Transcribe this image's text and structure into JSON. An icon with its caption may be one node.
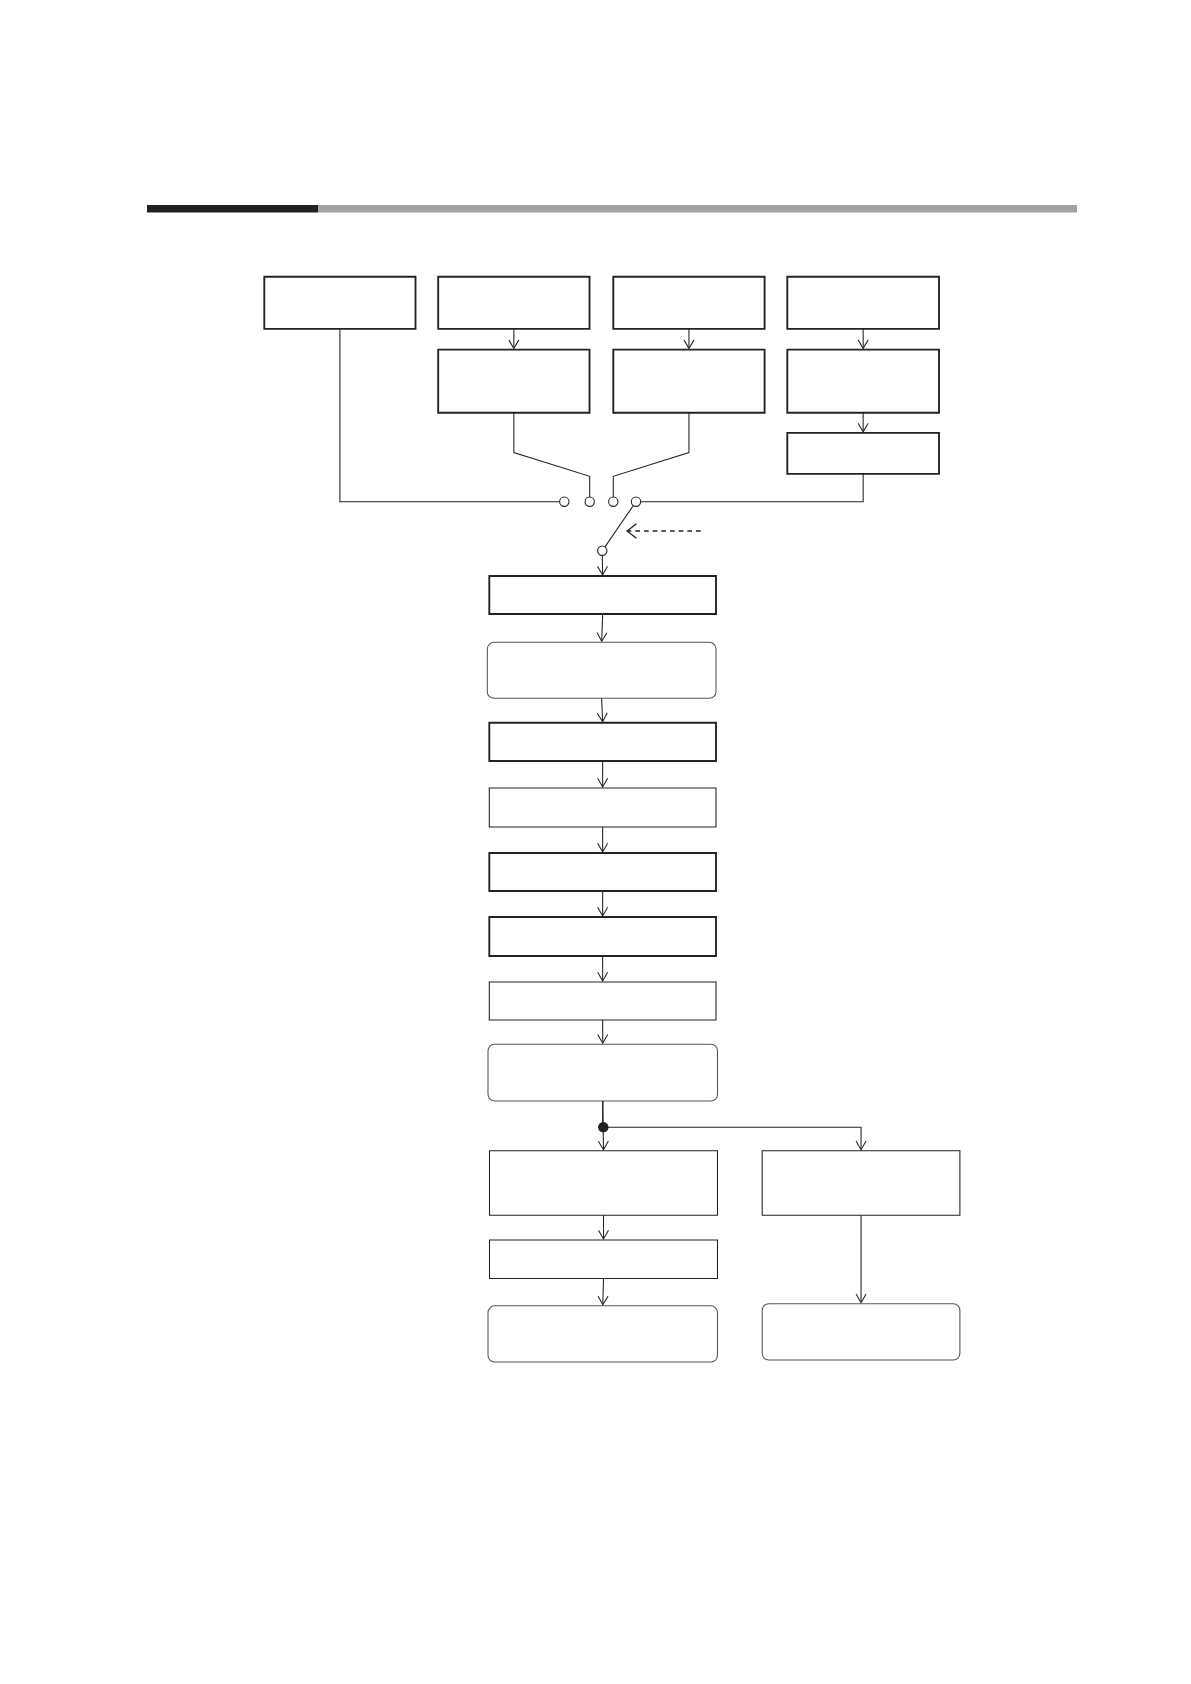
{
  "diagram": {
    "nodes": [
      {
        "text": [],
        "shape": "box"
      },
      {
        "text": [],
        "shape": "box"
      },
      {
        "text": [],
        "shape": "box"
      },
      {
        "text": [],
        "shape": "box"
      },
      {
        "text": [],
        "shape": "box"
      },
      {
        "text": [],
        "shape": "box"
      },
      {
        "text": [],
        "shape": "box"
      },
      {
        "text": [],
        "shape": "box"
      },
      {
        "text": [],
        "shape": "circle"
      },
      {
        "text": [],
        "shape": "circle"
      },
      {
        "text": [],
        "shape": "circle"
      },
      {
        "text": [],
        "shape": "circle"
      },
      {
        "text": [],
        "shape": "circle"
      },
      {
        "text": [],
        "shape": "box"
      },
      {
        "text": [],
        "shape": "rounded"
      },
      {
        "text": [],
        "shape": "box"
      },
      {
        "text": [],
        "shape": "box"
      },
      {
        "text": [],
        "shape": "box"
      },
      {
        "text": [],
        "shape": "box"
      },
      {
        "text": [],
        "shape": "box"
      },
      {
        "text": [],
        "shape": "rounded"
      },
      {
        "text": [],
        "shape": "box"
      },
      {
        "text": [],
        "shape": "box"
      },
      {
        "text": [],
        "shape": "box"
      },
      {
        "text": [],
        "shape": "rounded"
      },
      {
        "text": [],
        "shape": "rounded"
      }
    ],
    "edges": [
      {
        "from": 1,
        "to": 4,
        "arrow": "to"
      },
      {
        "from": 2,
        "to": 5,
        "arrow": "to"
      },
      {
        "from": 3,
        "to": 6,
        "arrow": "to"
      },
      {
        "from": 6,
        "to": 7,
        "arrow": "to"
      },
      {
        "from": 0,
        "to": 8,
        "arrow": "none"
      },
      {
        "from": 4,
        "to": 9,
        "arrow": "none"
      },
      {
        "from": 5,
        "to": 10,
        "arrow": "none"
      },
      {
        "from": 7,
        "to": 11,
        "arrow": "none"
      },
      {
        "from": 12,
        "to": 11,
        "arrow": "none"
      },
      {
        "from": 12,
        "to": 13,
        "arrow": "to"
      },
      {
        "from": 13,
        "to": 14,
        "arrow": "to"
      },
      {
        "from": 14,
        "to": 15,
        "arrow": "to"
      },
      {
        "from": 15,
        "to": 16,
        "arrow": "to"
      },
      {
        "from": 16,
        "to": 17,
        "arrow": "to"
      },
      {
        "from": 17,
        "to": 18,
        "arrow": "to"
      },
      {
        "from": 18,
        "to": 19,
        "arrow": "to"
      },
      {
        "from": 19,
        "to": 20,
        "arrow": "to"
      },
      {
        "from": 20,
        "to": 21,
        "arrow": "to"
      },
      {
        "from": 20,
        "to": 22,
        "arrow": "to"
      },
      {
        "from": 21,
        "to": 23,
        "arrow": "to"
      },
      {
        "from": 23,
        "to": 24,
        "arrow": "to"
      },
      {
        "from": 22,
        "to": 25,
        "arrow": "to"
      }
    ]
  }
}
